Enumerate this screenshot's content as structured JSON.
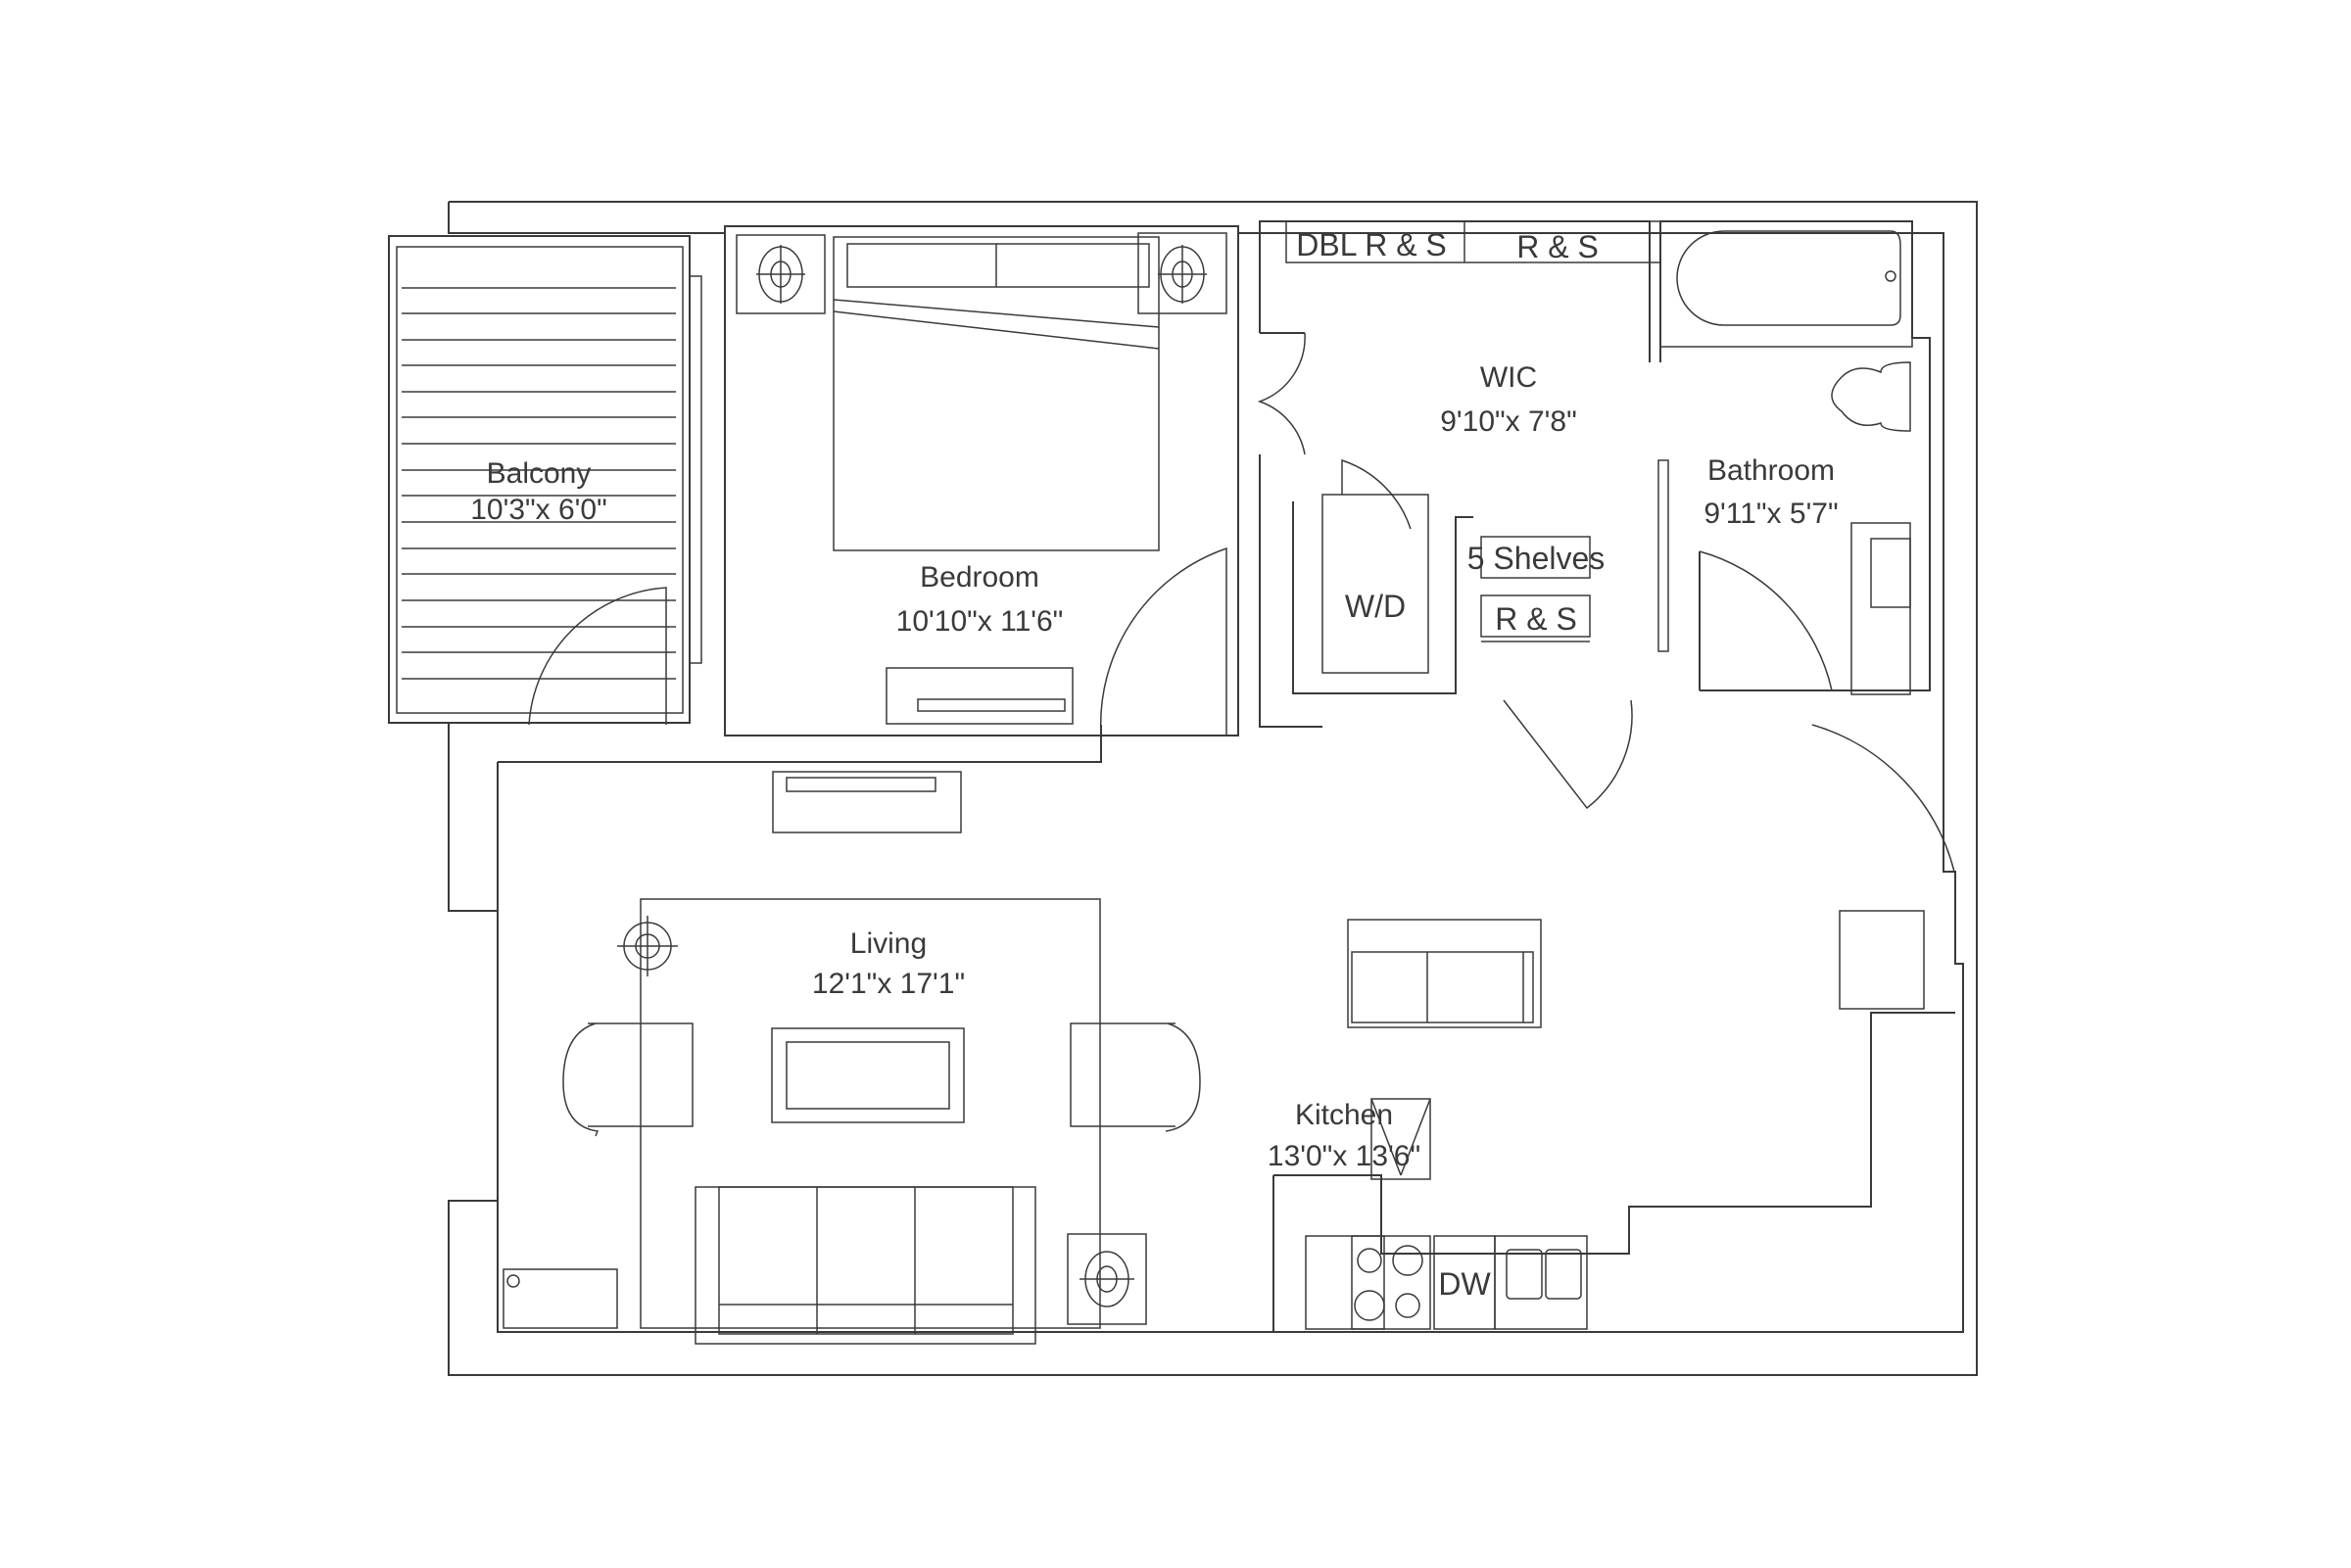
{
  "rooms": {
    "balcony": {
      "name": "Balcony",
      "dims": "10'3\"x 6'0\""
    },
    "bedroom": {
      "name": "Bedroom",
      "dims": "10'10\"x 11'6\""
    },
    "wic": {
      "name": "WIC",
      "dims": "9'10\"x 7'8\""
    },
    "bathroom": {
      "name": "Bathroom",
      "dims": "9'11\"x 5'7\""
    },
    "living": {
      "name": "Living",
      "dims": "12'1\"x 17'1\""
    },
    "kitchen": {
      "name": "Kitchen",
      "dims": "13'0\"x 13'6\""
    }
  },
  "fixtures": {
    "dbl_rs": "DBL R & S",
    "rs_top": "R & S",
    "five_shelves": "5 Shelves",
    "rs_lower": "R & S",
    "washer_dryer": "W/D",
    "dishwasher": "DW"
  },
  "colors": {
    "line": "#3a3a3a",
    "background": "#ffffff"
  }
}
